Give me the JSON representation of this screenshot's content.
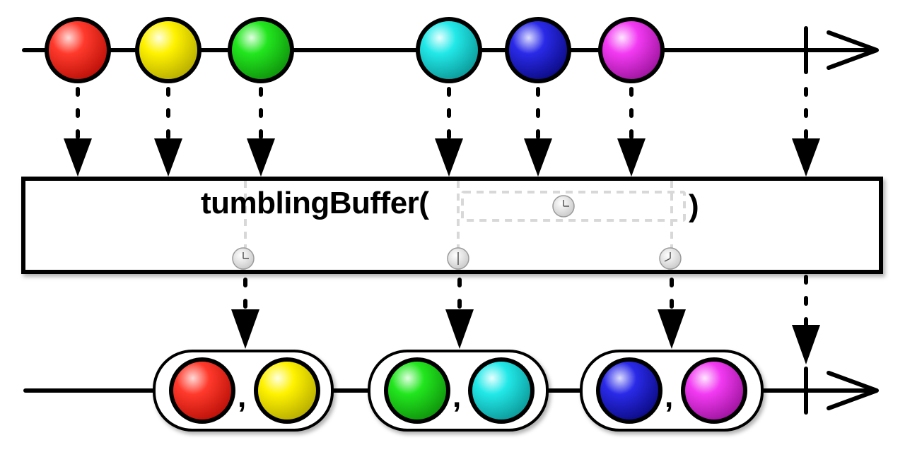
{
  "operator": {
    "name": "tumblingBuffer(",
    "close": ")"
  },
  "separator": ",",
  "colors": {
    "red": "#ff2a1e",
    "yellow": "#fff200",
    "green": "#22e61e",
    "cyan": "#22e8e8",
    "blue": "#2a2ae8",
    "magenta": "#f23af2",
    "line": "#000000",
    "dash_gray": "#dcdcdc"
  },
  "input_marbles": [
    "red",
    "yellow",
    "green",
    "cyan",
    "blue",
    "magenta"
  ],
  "output_groups": [
    [
      "red",
      "yellow"
    ],
    [
      "green",
      "cyan"
    ],
    [
      "blue",
      "magenta"
    ]
  ],
  "icons": {
    "timer": "clock-icon"
  }
}
